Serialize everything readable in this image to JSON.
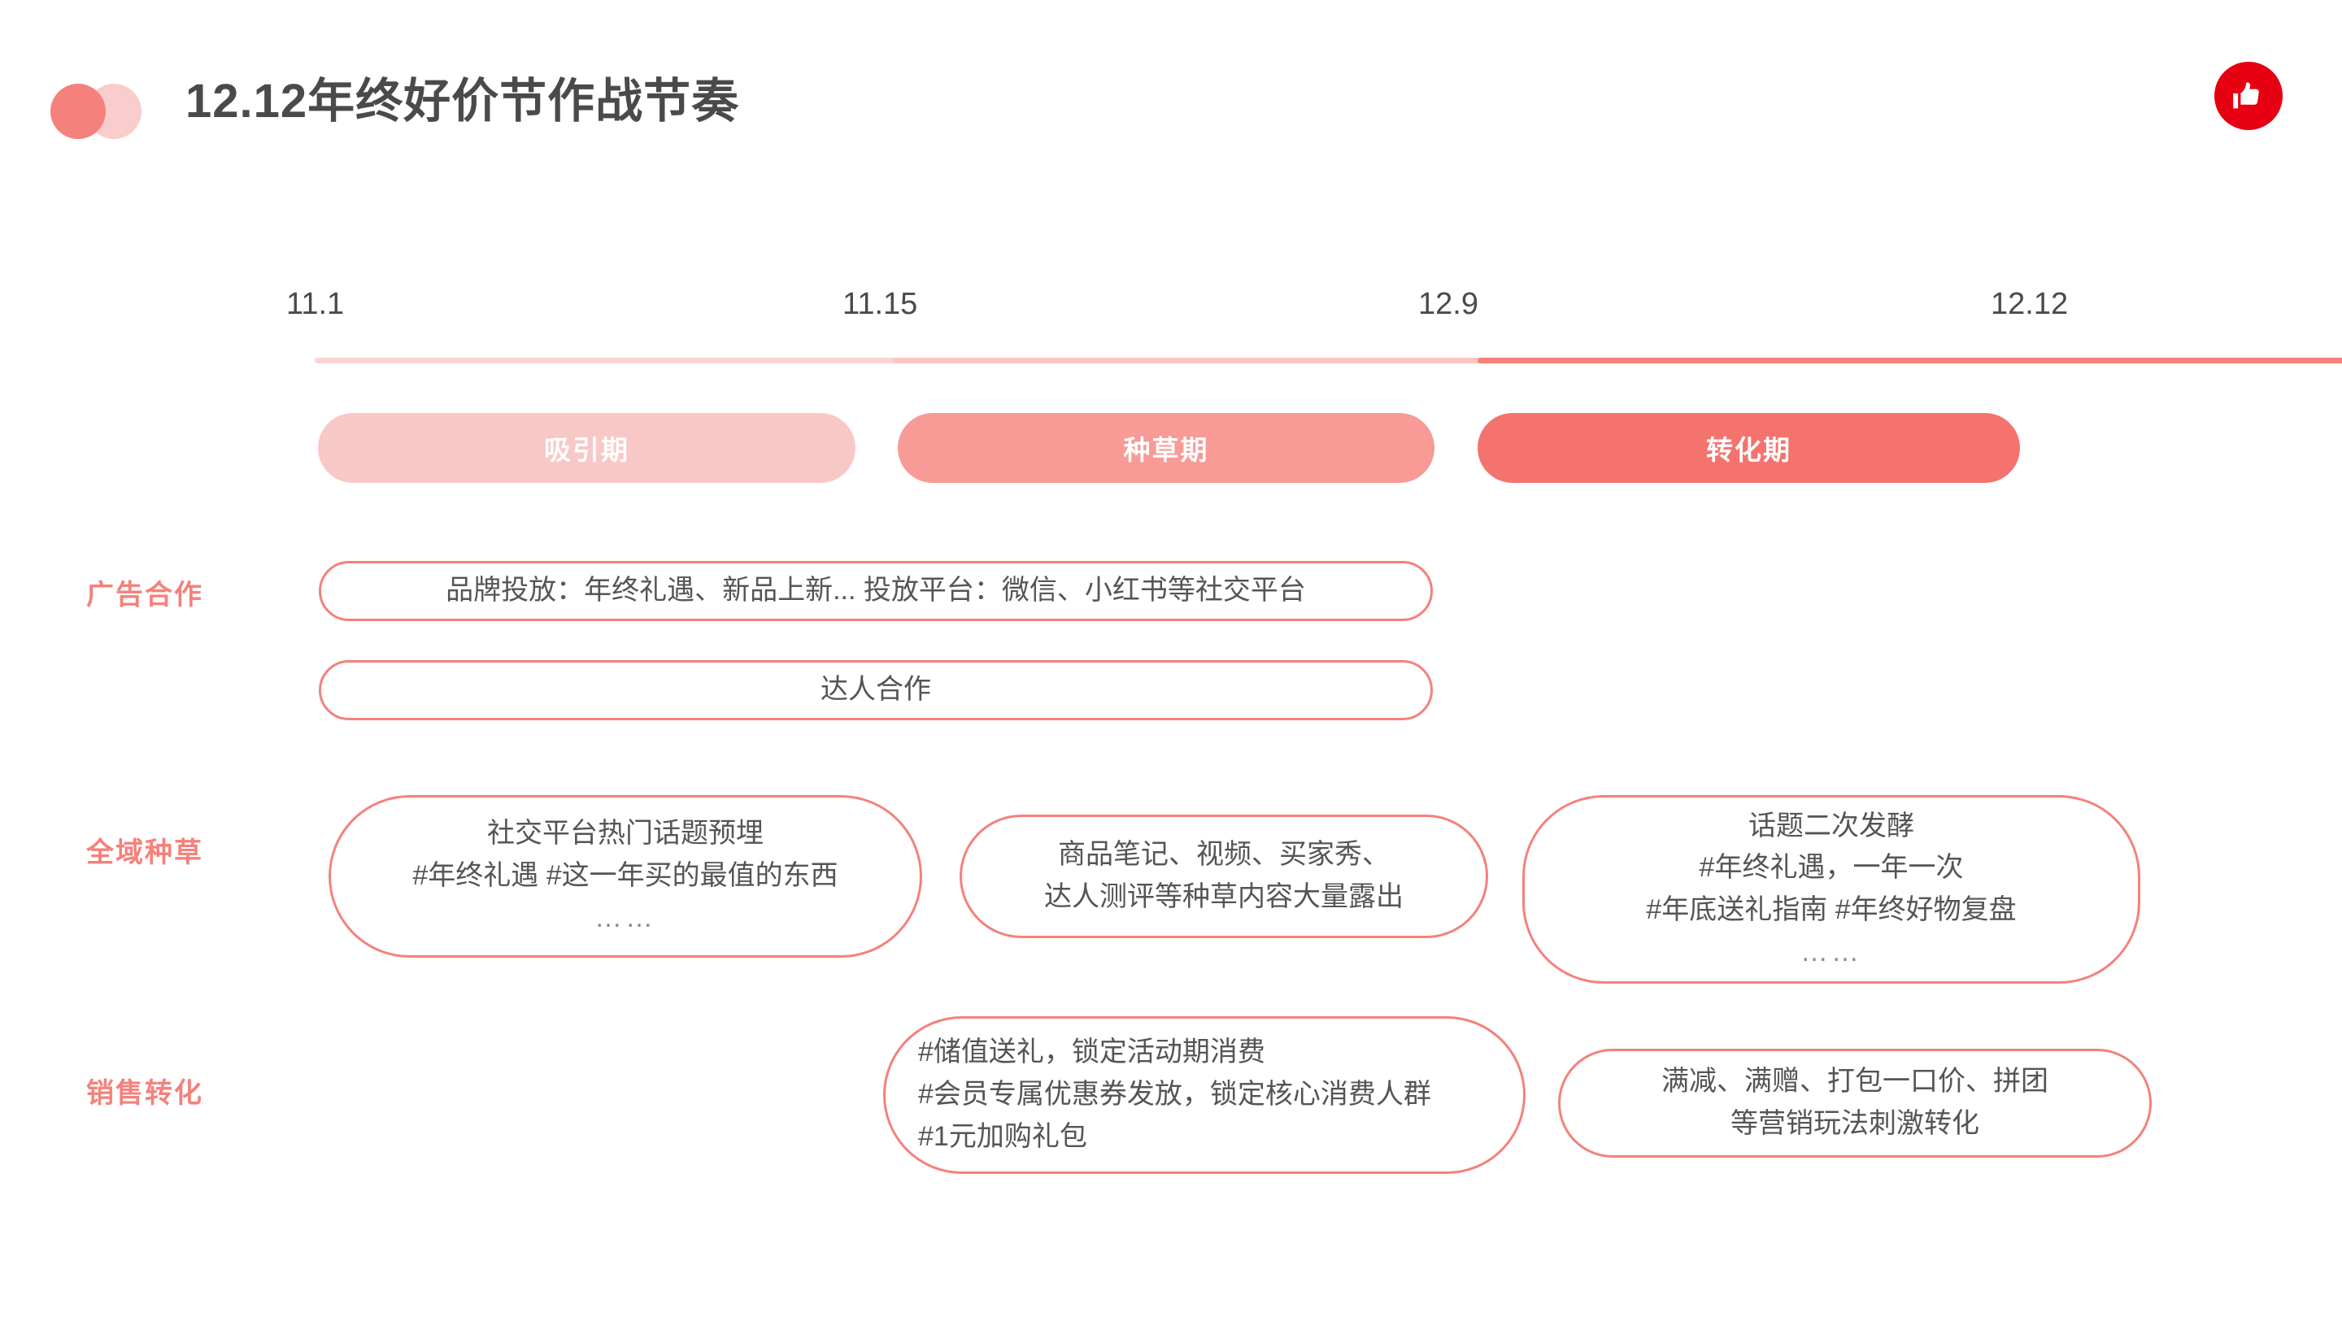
{
  "header": {
    "title": "12.12年终好价节作战节奏",
    "logo_colors": {
      "front": "#F4817C",
      "back": "#F8CDCB"
    },
    "badge": {
      "icon": "thumbs-up-icon",
      "color": "#E60012"
    }
  },
  "timeline": {
    "dates": [
      "11.1",
      "11.15",
      "12.9",
      "12.12"
    ],
    "segments": [
      {
        "label": "吸引期",
        "start_date": "11.1",
        "end_date": "11.15",
        "line_color": "#FAD4D2",
        "pill_color": "#F8C8C6"
      },
      {
        "label": "种草期",
        "start_date": "11.15",
        "end_date": "12.9",
        "line_color": "#FBC5C3",
        "pill_color": "#F89A96"
      },
      {
        "label": "转化期",
        "start_date": "12.9",
        "end_date": "12.12",
        "line_color": "#F4817C",
        "pill_color": "#F4736E"
      }
    ]
  },
  "rows": [
    {
      "label": "广告合作",
      "boxes": [
        {
          "lines": [
            "品牌投放：年终礼遇、新品上新...  投放平台：微信、小红书等社交平台"
          ],
          "align": "center"
        },
        {
          "lines": [
            "达人合作"
          ],
          "align": "center"
        }
      ]
    },
    {
      "label": "全域种草",
      "boxes": [
        {
          "lines": [
            "社交平台热门话题预埋",
            "#年终礼遇  #这一年买的最值的东西",
            "……"
          ],
          "align": "center"
        },
        {
          "lines": [
            "商品笔记、视频、买家秀、",
            "达人测评等种草内容大量露出"
          ],
          "align": "center"
        },
        {
          "lines": [
            "话题二次发酵",
            "#年终礼遇，一年一次",
            "#年底送礼指南   #年终好物复盘",
            "……"
          ],
          "align": "center"
        }
      ]
    },
    {
      "label": "销售转化",
      "boxes": [
        {
          "lines": [
            "#储值送礼，锁定活动期消费",
            "#会员专属优惠券发放，锁定核心消费人群",
            "#1元加购礼包"
          ],
          "align": "left"
        },
        {
          "lines": [
            "满减、满赠、打包一口价、拼团",
            "等营销玩法刺激转化"
          ],
          "align": "center"
        }
      ]
    }
  ],
  "colors": {
    "accent": "#F4817C",
    "accent_light": "#F8C8C6",
    "accent_mid": "#F89A96",
    "text_dark": "#4A4A4A",
    "text_body": "#555555",
    "badge_red": "#E60012"
  }
}
